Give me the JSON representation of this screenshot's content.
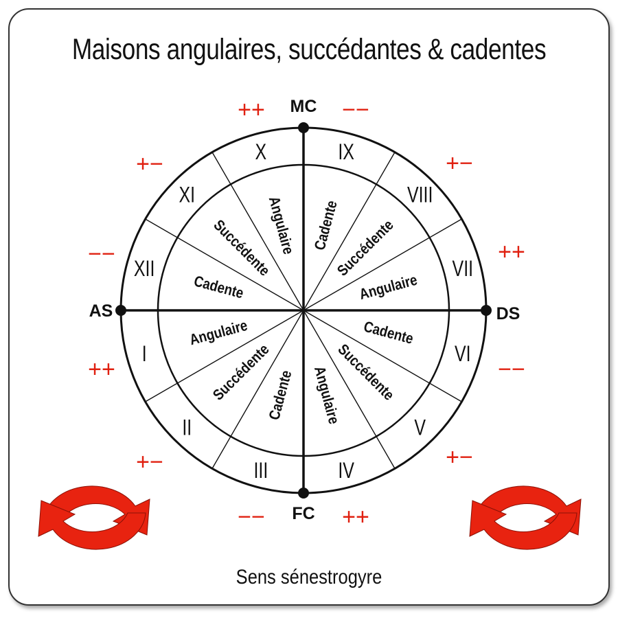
{
  "title": "Maisons angulaires, succédantes & cadentes",
  "footer": "Sens sénestrogyre",
  "axes": {
    "top": "MC",
    "bottom": "FC",
    "left": "AS",
    "right": "DS"
  },
  "houses": [
    {
      "numeral": "I",
      "type": "Angulaire"
    },
    {
      "numeral": "II",
      "type": "Succédente"
    },
    {
      "numeral": "III",
      "type": "Cadente"
    },
    {
      "numeral": "IV",
      "type": "Angulaire"
    },
    {
      "numeral": "V",
      "type": "Succédente"
    },
    {
      "numeral": "VI",
      "type": "Cadente"
    },
    {
      "numeral": "VII",
      "type": "Angulaire"
    },
    {
      "numeral": "VIII",
      "type": "Succédente"
    },
    {
      "numeral": "IX",
      "type": "Cadente"
    },
    {
      "numeral": "X",
      "type": "Angulaire"
    },
    {
      "numeral": "XI",
      "type": "Succédente"
    },
    {
      "numeral": "XII",
      "type": "Cadente"
    }
  ],
  "signs": {
    "mc_left": "++",
    "mc_right": "−−",
    "ix_viii": "+−",
    "vii": "++",
    "vi": "−−",
    "v_iv": "+−",
    "fc_right": "++",
    "fc_left": "−−",
    "iii_ii": "+−",
    "i": "++",
    "xii": "−−",
    "xi_x": "+−"
  },
  "colors": {
    "accent": "#e02010",
    "ink": "#111111"
  },
  "icons": {
    "left": "rotate-arrows-icon",
    "right": "rotate-arrows-icon"
  }
}
